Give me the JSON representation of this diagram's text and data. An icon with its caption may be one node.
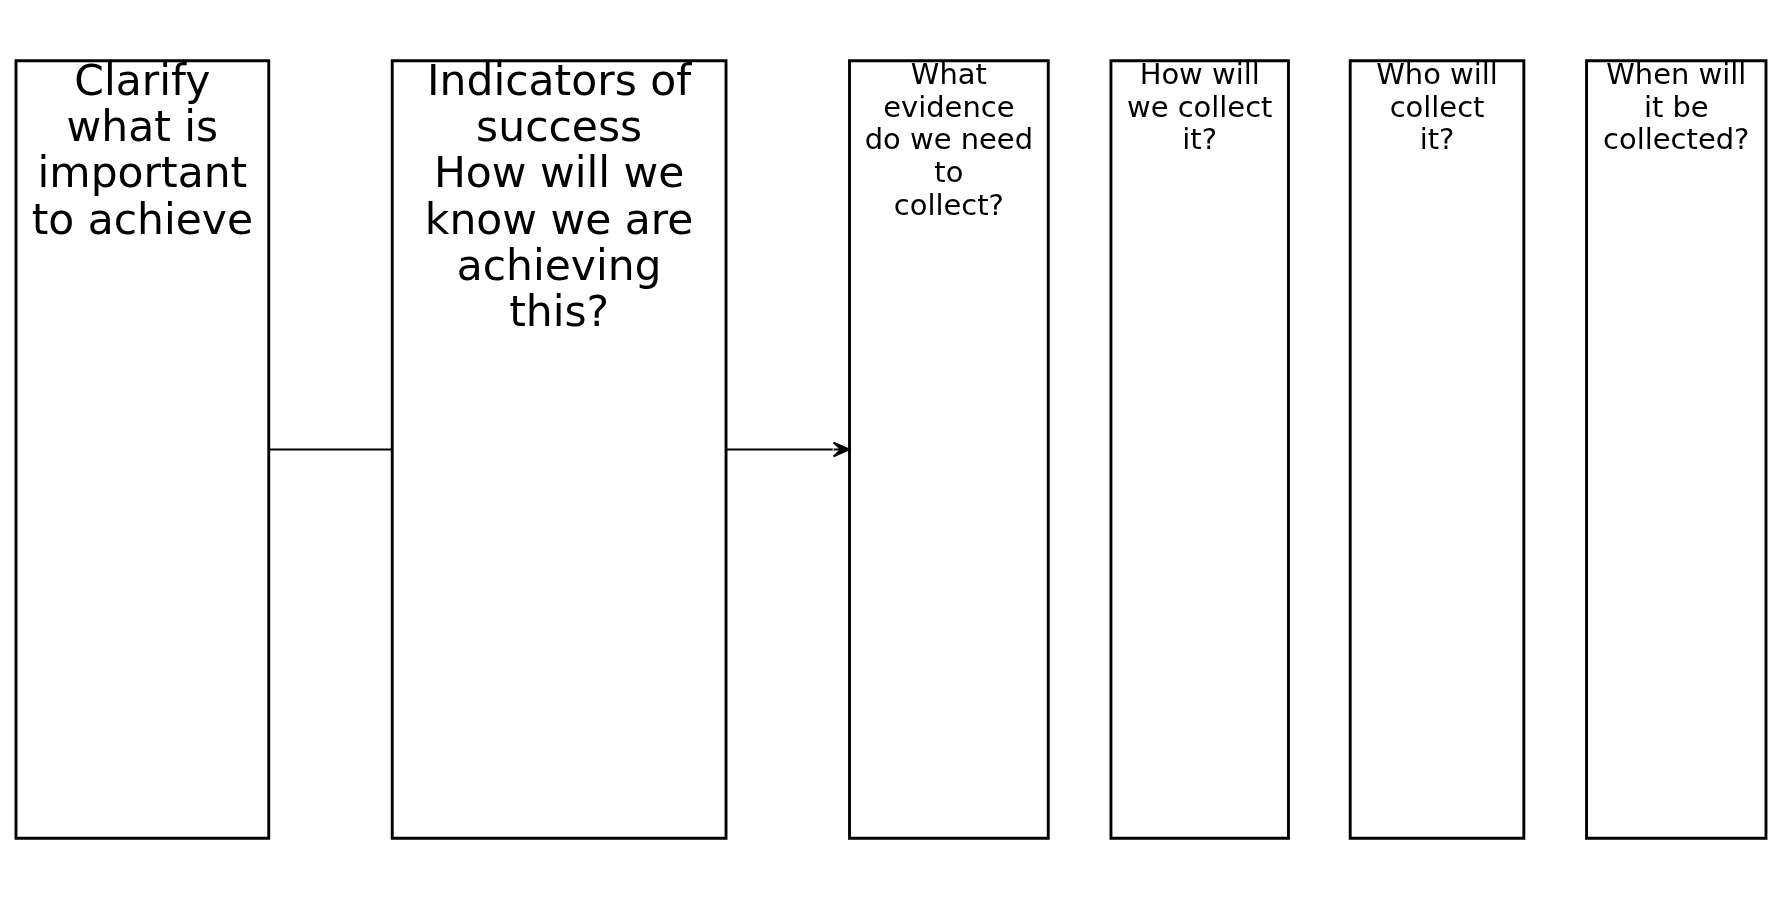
{
  "diagram": {
    "nodes": [
      {
        "text": [
          "Clarify what is important to achieve"
        ]
      },
      {
        "text": [
          "Indicators of success",
          "How will we know we are achieving this?"
        ]
      },
      {
        "text": [
          "What evidence do we need to collect?"
        ]
      },
      {
        "text": [
          "How will we collect it?"
        ]
      },
      {
        "text": [
          "Who will collect it?"
        ]
      },
      {
        "text": [
          "When will it be collected?"
        ]
      }
    ],
    "edges": [
      {
        "from": 0,
        "to": 1,
        "arrow": "none"
      },
      {
        "from": 1,
        "to": 2,
        "arrow": "to"
      }
    ]
  }
}
